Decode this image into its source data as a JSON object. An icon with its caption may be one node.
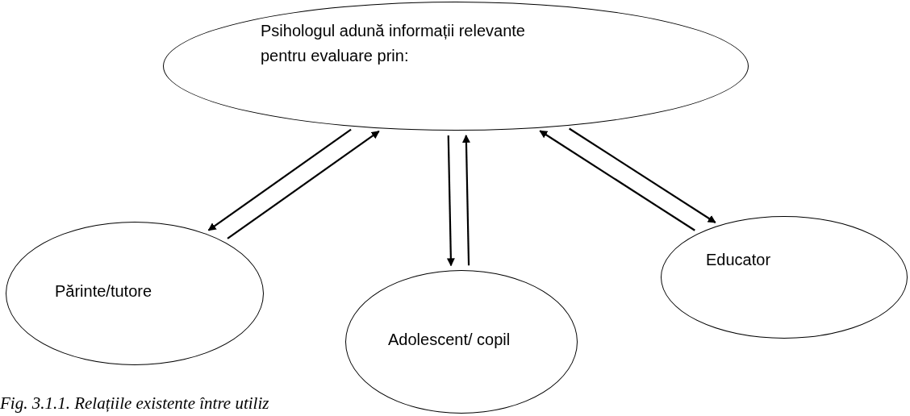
{
  "diagram": {
    "caption": "Fig. 3.1.1. Relațiile existente între utiliz",
    "nodes": [
      {
        "text": [
          "Psihologul adună informații relevante pentru evaluare prin:"
        ]
      },
      {
        "text": [
          "Părinte/tutore"
        ]
      },
      {
        "text": [
          "Adolescent/ copil"
        ]
      },
      {
        "text": [
          "Educator"
        ]
      }
    ],
    "edges": [
      {
        "from": 1,
        "to": 0,
        "arrow": "to"
      },
      {
        "from": 0,
        "to": 1,
        "arrow": "to"
      },
      {
        "from": 2,
        "to": 0,
        "arrow": "to"
      },
      {
        "from": 0,
        "to": 2,
        "arrow": "to"
      },
      {
        "from": 0,
        "to": 3,
        "arrow": "to"
      },
      {
        "from": 3,
        "to": 0,
        "arrow": "to"
      }
    ]
  }
}
